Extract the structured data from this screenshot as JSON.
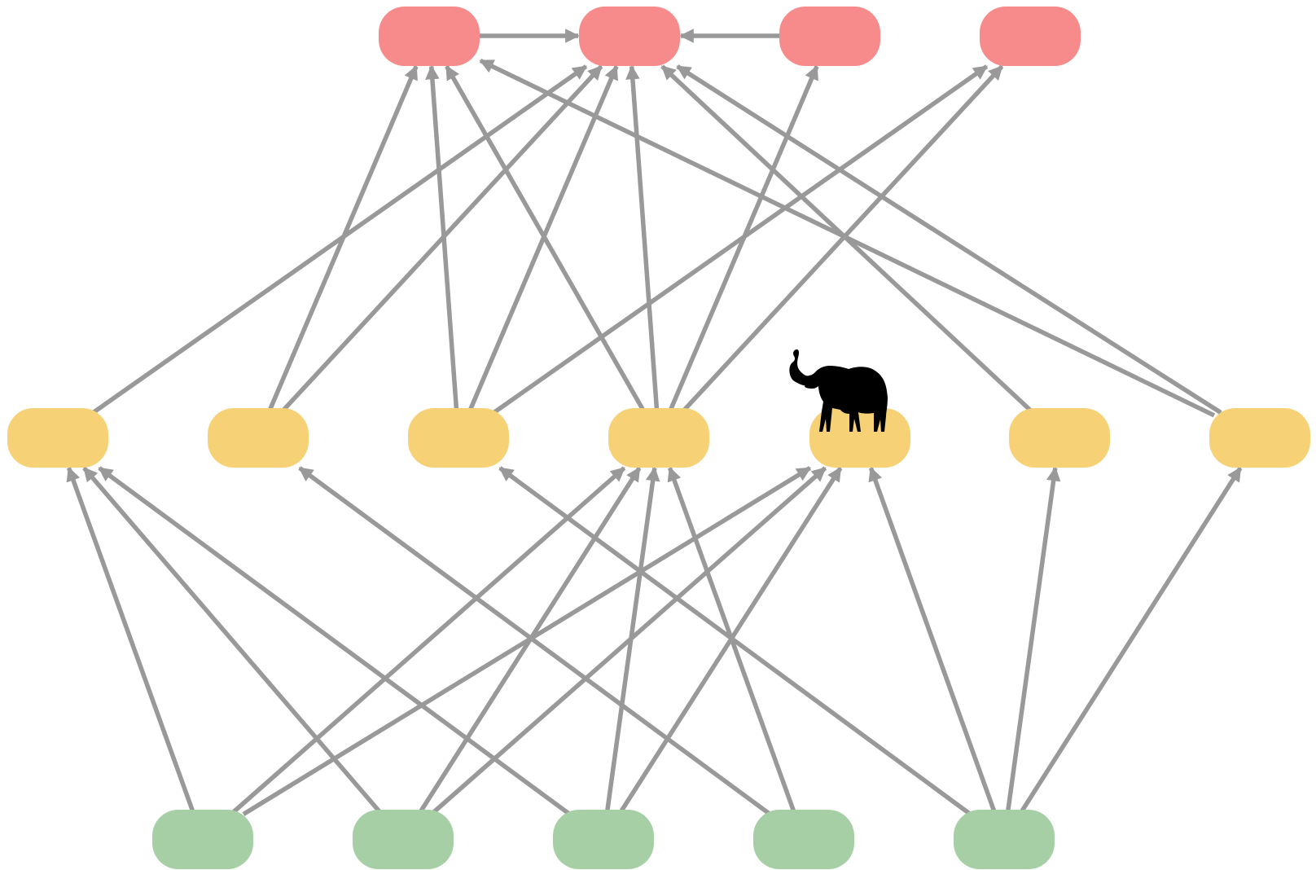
{
  "diagram": {
    "colors": {
      "top_node": "#f78b8b",
      "middle_node": "#f7d175",
      "bottom_node": "#a6cfa6",
      "edge": "#999999",
      "elephant": "#000000"
    },
    "layers": {
      "top": [
        "t1",
        "t2",
        "t3",
        "t4"
      ],
      "middle": [
        "m1",
        "m2",
        "m3",
        "m4",
        "m5",
        "m6",
        "m7"
      ],
      "bottom": [
        "b1",
        "b2",
        "b3",
        "b4",
        "b5"
      ]
    },
    "edges": [
      [
        "t1",
        "t2"
      ],
      [
        "t3",
        "t2"
      ],
      [
        "m1",
        "t2"
      ],
      [
        "m2",
        "t1"
      ],
      [
        "m2",
        "t2"
      ],
      [
        "m3",
        "t1"
      ],
      [
        "m3",
        "t2"
      ],
      [
        "m3",
        "t4"
      ],
      [
        "m4",
        "t1"
      ],
      [
        "m4",
        "t2"
      ],
      [
        "m4",
        "t3"
      ],
      [
        "m4",
        "t4"
      ],
      [
        "m6",
        "t2"
      ],
      [
        "m7",
        "t1"
      ],
      [
        "m7",
        "t2"
      ],
      [
        "b1",
        "m1"
      ],
      [
        "b1",
        "m4"
      ],
      [
        "b1",
        "m5"
      ],
      [
        "b2",
        "m1"
      ],
      [
        "b2",
        "m4"
      ],
      [
        "b2",
        "m5"
      ],
      [
        "b3",
        "m1"
      ],
      [
        "b3",
        "m4"
      ],
      [
        "b3",
        "m5"
      ],
      [
        "b4",
        "m2"
      ],
      [
        "b4",
        "m4"
      ],
      [
        "b5",
        "m3"
      ],
      [
        "b5",
        "m5"
      ],
      [
        "b5",
        "m6"
      ],
      [
        "b5",
        "m7"
      ]
    ],
    "elephant_icon": "elephant-icon",
    "elephant_on": "m5"
  }
}
